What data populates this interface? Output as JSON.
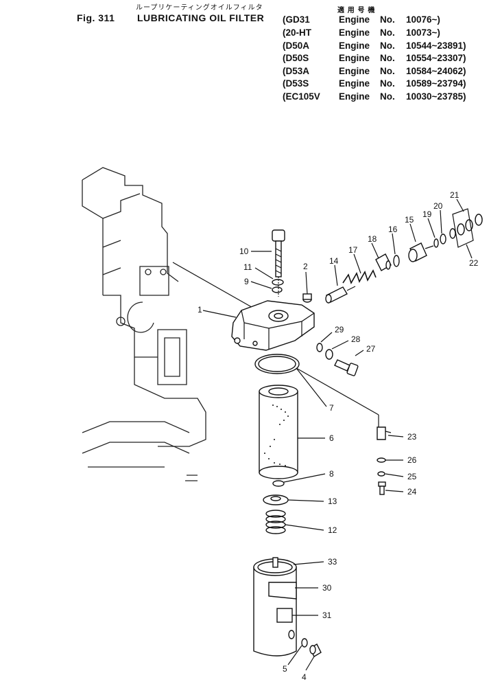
{
  "header": {
    "japanese_title": "ループリケーティングオイルフィルタ",
    "fig_label": "Fig. 311",
    "title": "LUBRICATING OIL FILTER",
    "serial_heading_jp": "適 用 号 機",
    "applicability": [
      {
        "model": "(GD31",
        "engine": "Engine",
        "no": "No.",
        "range": "10076~)"
      },
      {
        "model": "(20-HT",
        "engine": "Engine",
        "no": "No.",
        "range": "10073~)"
      },
      {
        "model": "(D50A",
        "engine": "Engine",
        "no": "No.",
        "range": "10544~23891)"
      },
      {
        "model": "(D50S",
        "engine": "Engine",
        "no": "No.",
        "range": "10554~23307)"
      },
      {
        "model": "(D53A",
        "engine": "Engine",
        "no": "No.",
        "range": "10584~24062)"
      },
      {
        "model": "(D53S",
        "engine": "Engine",
        "no": "No.",
        "range": "10589~23794)"
      },
      {
        "model": "(EC105V",
        "engine": "Engine",
        "no": "No.",
        "range": "10030~23785)"
      }
    ]
  },
  "callouts": {
    "n1": "1",
    "n2": "2",
    "n4": "4",
    "n5": "5",
    "n6": "6",
    "n7": "7",
    "n8": "8",
    "n9": "9",
    "n10": "10",
    "n11": "11",
    "n12": "12",
    "n13": "13",
    "n14": "14",
    "n15": "15",
    "n16": "16",
    "n17": "17",
    "n18": "18",
    "n19": "19",
    "n20": "20",
    "n21": "21",
    "n22": "22",
    "n23": "23",
    "n24": "24",
    "n25": "25",
    "n26": "26",
    "n27": "27",
    "n28": "28",
    "n29": "29",
    "n30": "30",
    "n31": "31",
    "n33": "33"
  }
}
